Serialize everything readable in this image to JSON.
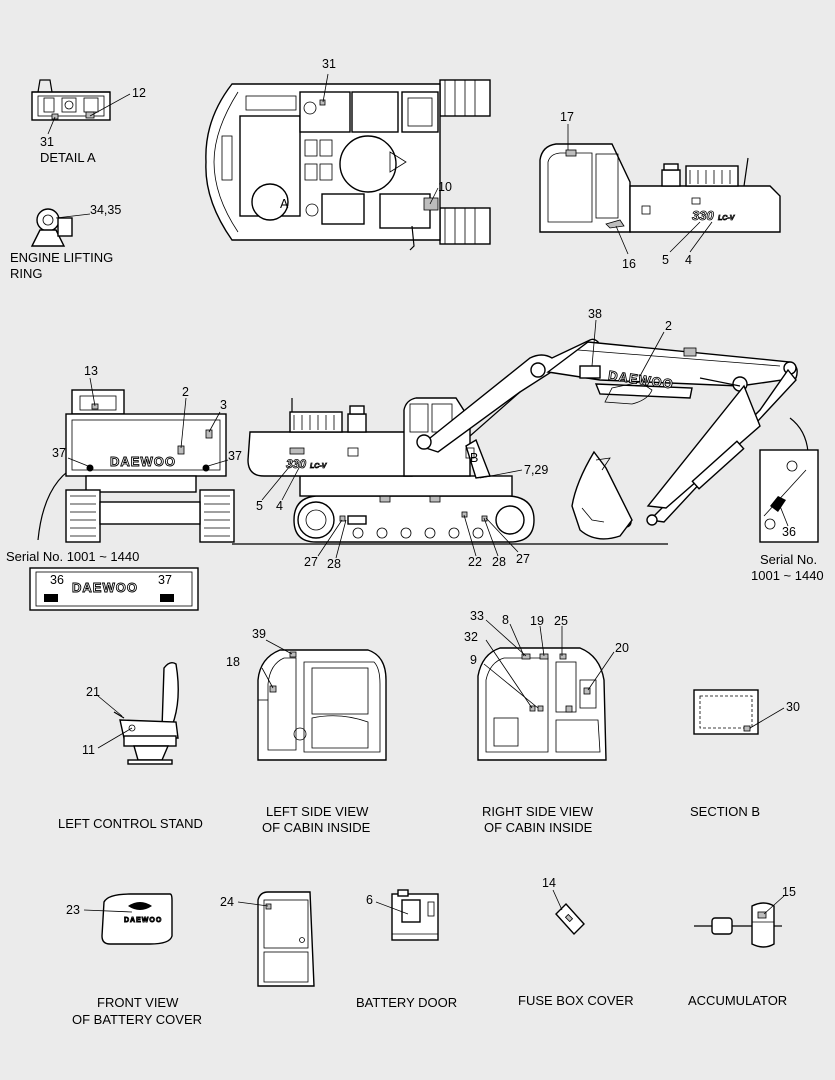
{
  "brand": "DAEWOO",
  "model_decal": "330",
  "model_suffix": "LC-V",
  "captions": {
    "detail_a": "DETAIL  A",
    "detail_a_marker": "A",
    "lifting_ring_1": "ENGINE LIFTING",
    "lifting_ring_2": "RING",
    "serial_left": "Serial No. 1001 ~ 1440",
    "serial_right_1": "Serial No.",
    "serial_right_2": "1001 ~ 1440",
    "view_b": "B",
    "left_control_stand": "LEFT CONTROL STAND",
    "left_cabin_1": "LEFT SIDE VIEW",
    "left_cabin_2": "OF CABIN INSIDE",
    "right_cabin_1": "RIGHT SIDE VIEW",
    "right_cabin_2": "OF CABIN INSIDE",
    "section_b": "SECTION  B",
    "front_battery_1": "FRONT VIEW",
    "front_battery_2": "OF BATTERY COVER",
    "battery_door": "BATTERY DOOR",
    "fuse_box_cover": "FUSE BOX COVER",
    "accumulator": "ACCUMULATOR"
  },
  "callouts": {
    "c31a": "31",
    "c12": "12",
    "c31b": "31",
    "c10": "10",
    "c3435": "34,35",
    "c17": "17",
    "c16": "16",
    "c5a": "5",
    "c4a": "4",
    "c38": "38",
    "c2a": "2",
    "c13": "13",
    "c2b": "2",
    "c3": "3",
    "c37a": "37",
    "c37b": "37",
    "c5b": "5",
    "c4b": "4",
    "c729": "7,29",
    "c27a": "27",
    "c28a": "28",
    "c22": "22",
    "c28b": "28",
    "c27b": "27",
    "c36a": "36",
    "c37c": "37",
    "c36b": "36",
    "c39": "39",
    "c18": "18",
    "c21": "21",
    "c11": "11",
    "c33": "33",
    "c8": "8",
    "c19": "19",
    "c25": "25",
    "c32": "32",
    "c20": "20",
    "c9": "9",
    "c30": "30",
    "c23": "23",
    "c24": "24",
    "c6": "6",
    "c14": "14",
    "c15": "15"
  }
}
